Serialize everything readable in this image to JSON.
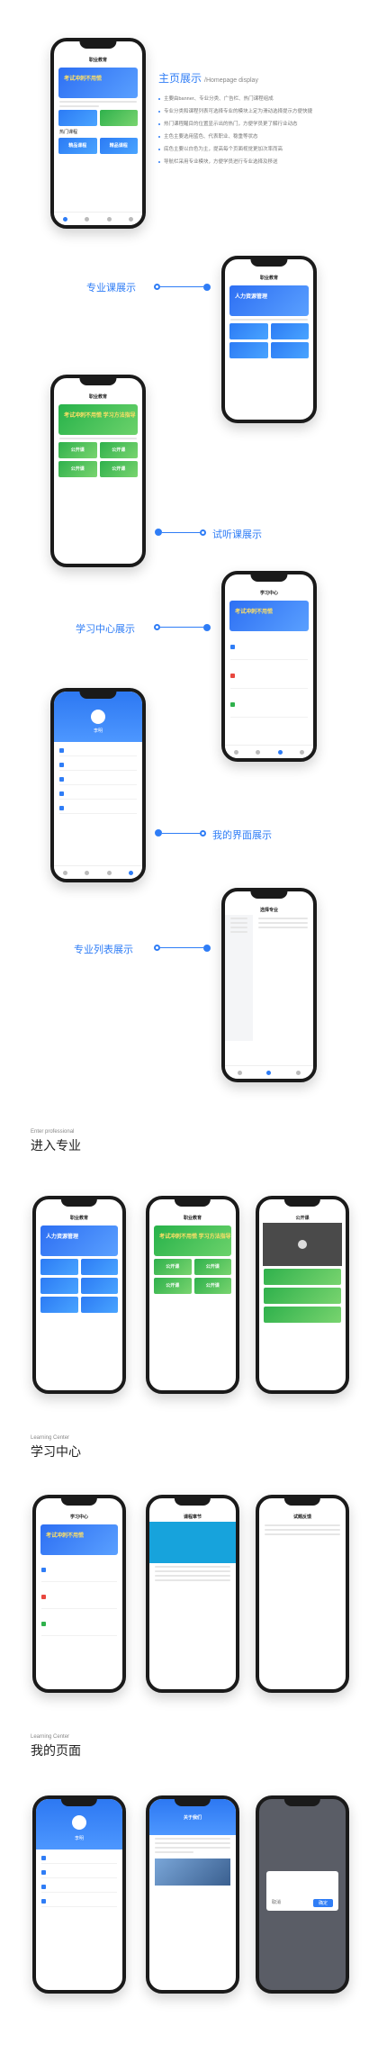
{
  "homepage": {
    "title": "主页展示",
    "subtitle": "/Homepage display",
    "bullets": [
      "主要由banner、专业分类、广告栏、热门课程组成",
      "专业分类和课程列表可选择专业的模块上定为滑动选择提示方便快捷",
      "热门课程醒目的位置显示出的热门，方便学员更了解行业动态",
      "主色主要选用蓝色、代表职业、稳重等状态",
      "底色主要以白色为主，提高每个页面视觉更加次率而高",
      "导航栏采用专业模块，方便学员进行专业选择及移送"
    ],
    "phone_header": "职业教育",
    "banner_title": "考试冲刺不用慌",
    "section_label": "热门课程",
    "card_label": "精品课程"
  },
  "annotations": {
    "major_courses": "专业课展示",
    "trial_courses": "试听课展示",
    "learning_center": "学习中心展示",
    "my_page": "我的界面展示",
    "major_list": "专业列表展示"
  },
  "screens": {
    "major_title": "职业教育",
    "major_banner": "人力资源管理",
    "trial_title": "职业教育",
    "trial_banner": "考试冲刺不用慌 学习方法指导",
    "trial_card": "公开课",
    "learn_title": "学习中心",
    "learn_banner": "考试冲刺不用慌",
    "my_name": "李明",
    "list_title": "选择专业"
  },
  "sections": {
    "enter_en": "Enter professional",
    "enter_cn": "进入专业",
    "learn_en": "Learning Center",
    "learn_cn": "学习中心",
    "mine_en": "Learning Center",
    "mine_cn": "我的页面"
  },
  "row_screens": {
    "video_title": "公开课",
    "chapter_title": "课程章节",
    "feedback_title": "试题反馈",
    "about_title": "关于我们",
    "dialog_cancel": "取消",
    "dialog_ok": "确定"
  },
  "colors": {
    "accent": "#2f7df6",
    "green": "#2fb14c"
  }
}
